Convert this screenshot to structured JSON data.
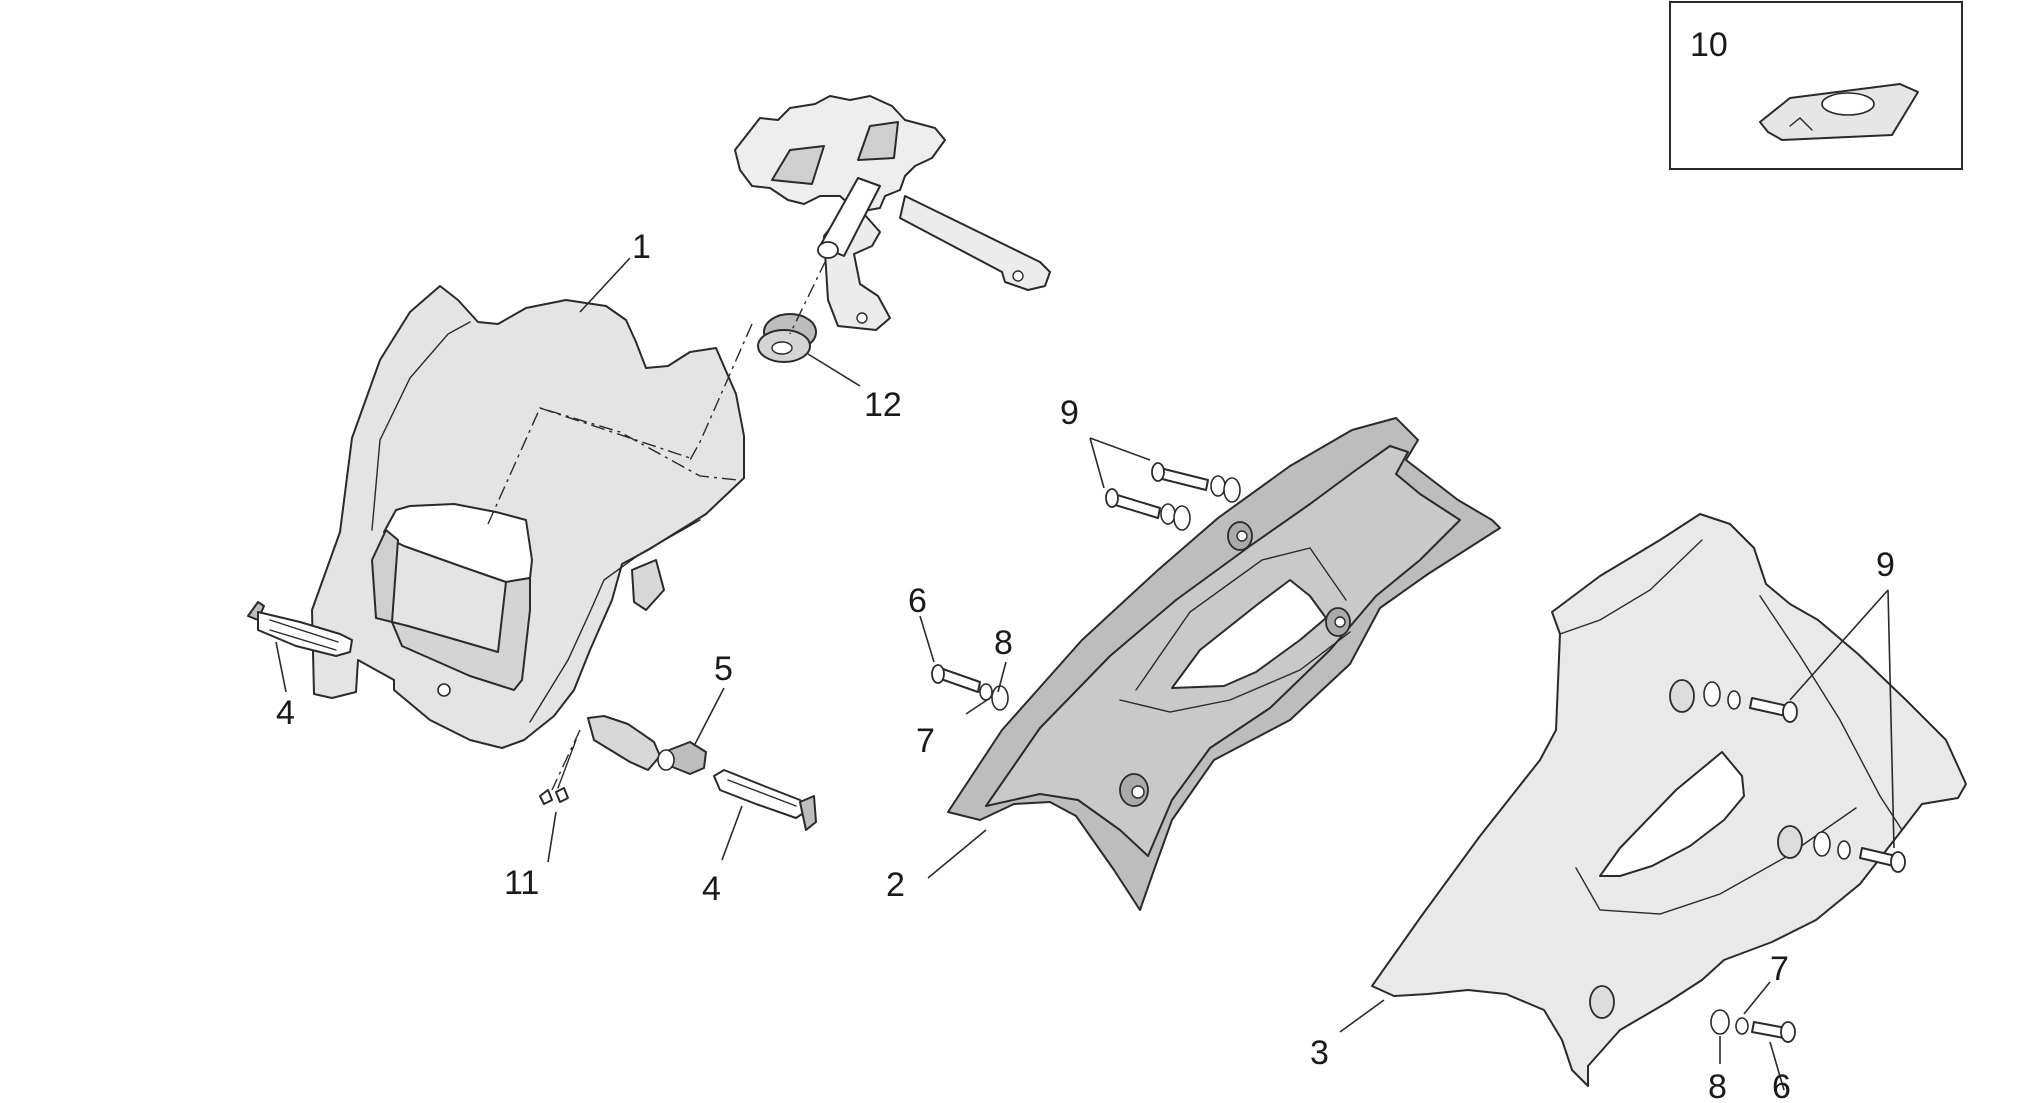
{
  "callouts": {
    "c1": "1",
    "c2": "2",
    "c3": "3",
    "c4a": "4",
    "c4b": "4",
    "c5": "5",
    "c6a": "6",
    "c6b": "6",
    "c7a": "7",
    "c7b": "7",
    "c8a": "8",
    "c8b": "8",
    "c9a": "9",
    "c9b": "9",
    "c10": "10",
    "c11": "11",
    "c12": "12"
  },
  "colors": {
    "fill_light": "#e9e9e9",
    "fill_mid": "#dcdcdc",
    "fill_dark": "#bdbdbd",
    "line": "#2a2a2a"
  }
}
